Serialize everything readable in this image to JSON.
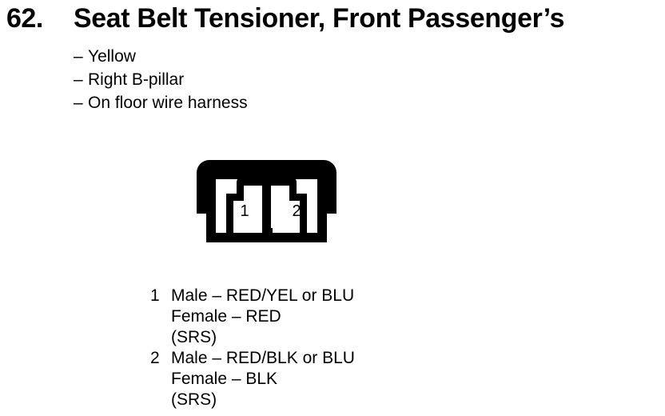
{
  "page": {
    "background_color": "#ffffff",
    "ink_color": "#000000"
  },
  "heading": {
    "number": "62.",
    "title": "Seat Belt Tensioner, Front Passenger’s"
  },
  "attributes": {
    "dash": "–",
    "items": [
      {
        "label": "Yellow"
      },
      {
        "label": "Right B-pillar"
      },
      {
        "label": "On floor wire harness"
      }
    ]
  },
  "connector": {
    "name": "two-cavity-connector-diagram",
    "cavity_count": 2,
    "pin_labels": [
      "1",
      "2"
    ],
    "outline_color": "#000000",
    "fill_color": "#ffffff"
  },
  "terminals": [
    {
      "pin": "1",
      "lines": [
        {
          "pin": "1",
          "text": "Male – RED/YEL or BLU"
        },
        {
          "pin": "",
          "text": "Female – RED"
        },
        {
          "pin": "",
          "text": "(SRS)"
        }
      ]
    },
    {
      "pin": "2",
      "lines": [
        {
          "pin": "2",
          "text": "Male – RED/BLK or BLU"
        },
        {
          "pin": "",
          "text": "Female – BLK"
        },
        {
          "pin": "",
          "text": "(SRS)"
        }
      ]
    }
  ]
}
